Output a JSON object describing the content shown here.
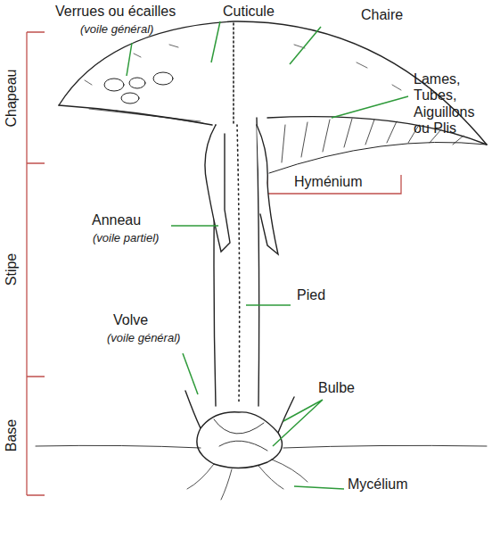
{
  "diagram": {
    "labels": [
      "Verrues ou écailles",
      "(voile général)",
      "Cuticule",
      "Chaire",
      "Lames, Tubes, Aiguillons ou Plis",
      "Hyménium",
      "Chapeau",
      "Stipe",
      "Base",
      "Anneau",
      "(voile partiel)",
      "Pied",
      "Volve",
      "(voile général)",
      "Bulbe",
      "Mycélium"
    ]
  }
}
